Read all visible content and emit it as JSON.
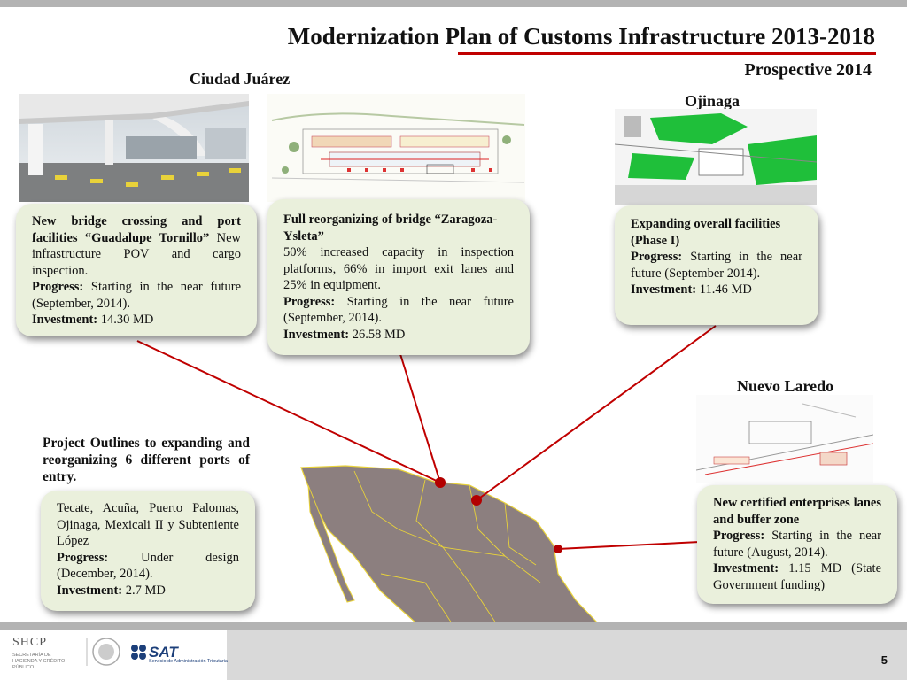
{
  "header": {
    "title": "Modernization Plan of Customs Infrastructure 2013-2018",
    "subtitle": "Prospective 2014"
  },
  "locations": {
    "ciudad_juarez": "Ciudad Juárez",
    "ojinaga": "Ojinaga",
    "nuevo_laredo": "Nuevo Laredo"
  },
  "cards": {
    "guadalupe": {
      "title": "New bridge crossing and port facilities “Guadalupe Tornillo”",
      "desc": "New infrastructure POV and cargo inspection.",
      "progress_label": "Progress:",
      "progress": "Starting in the near future (September, 2014).",
      "investment_label": "Investment:",
      "investment": "14.30 MD"
    },
    "zaragoza": {
      "title": "Full reorganizing of bridge “Zaragoza-Ysleta”",
      "desc": "50% increased capacity in inspection platforms, 66% in import exit lanes and 25% in equipment.",
      "progress_label": "Progress:",
      "progress": "Starting in the near future (September, 2014).",
      "investment_label": "Investment:",
      "investment": "26.58 MD"
    },
    "ojinaga": {
      "title": "Expanding overall facilities (Phase I)",
      "progress_label": "Progress:",
      "progress": "Starting in the near future (September 2014).",
      "investment_label": "Investment:",
      "investment": "11.46 MD"
    },
    "nuevo_laredo": {
      "title": "New certified enterprises lanes and buffer zone",
      "progress_label": "Progress:",
      "progress": "Starting in the near future (August, 2014).",
      "investment_label": "Investment:",
      "investment": "1.15 MD (State Government funding)"
    },
    "others": {
      "desc": "Tecate, Acuña, Puerto Palomas, Ojinaga, Mexicali II y Subteniente López",
      "progress_label": "Progress:",
      "progress": "Under design (December, 2014).",
      "investment_label": "Investment:",
      "investment": "2.7 MD"
    }
  },
  "outline": "Project Outlines to expanding and reorganizing 6 different ports of entry.",
  "footer": {
    "shcp": "SHCP",
    "shcp_small": "SECRETARÍA DE HACIENDA Y CRÉDITO PÚBLICO",
    "sat": "SAT",
    "sat_small": "Servicio de Administración Tributaria",
    "page": "5"
  },
  "colors": {
    "accent": "#c00000",
    "card_bg": "#eaf0dc",
    "map_fill": "#8c7f7f",
    "plan_green": "#1fbf3a"
  }
}
